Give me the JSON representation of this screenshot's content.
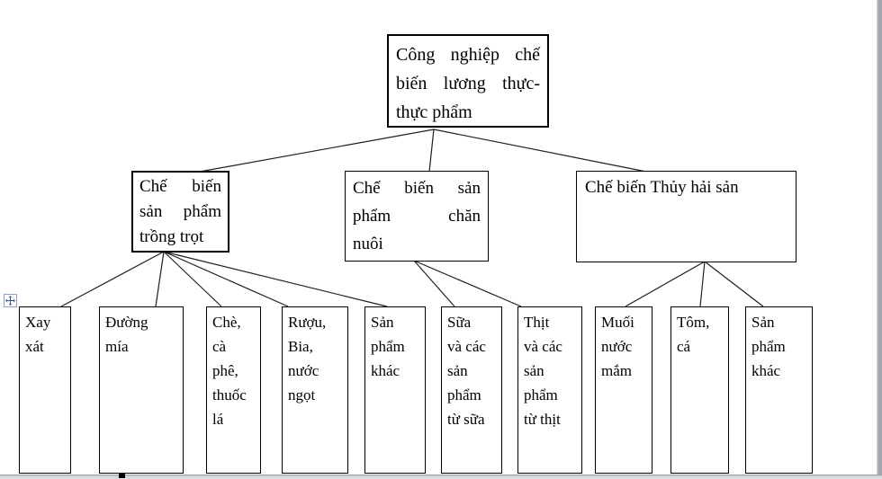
{
  "colors": {
    "box_border": "#000000",
    "connector_line": "#1f1f1f",
    "page_background": "#ffffff",
    "page_edge_gray": "#a3a8b0",
    "bottom_band_gray": "#c7cbd1",
    "move_handle_blue": "#3e5c8f"
  },
  "diagram": {
    "title": "Công nghiệp chế biến lương thực-thực phẩm",
    "nodes": {
      "root": {
        "label": "Công nghiệp chế biến lương thực-thực phẩm",
        "lines": [
          "Công nghiệp chế",
          "biến lương thực-",
          "thực phẩm"
        ]
      },
      "crop": {
        "label": "Chế biến sản phẩm trồng trọt",
        "lines": [
          "Chế biến",
          "sản phẩm",
          "trồng trọt"
        ]
      },
      "livestock": {
        "label": "Chế biến sản phẩm chăn nuôi",
        "lines": [
          "Chế biến sản",
          "phẩm chăn",
          "nuôi"
        ]
      },
      "seafood": {
        "label": "Chế biến Thủy hải sản",
        "lines": [
          "Chế biến Thủy hải sản"
        ]
      },
      "milling": {
        "label": "Xay xát",
        "lines": [
          "Xay",
          "xát"
        ]
      },
      "sugar": {
        "label": "Đường mía",
        "lines": [
          "Đường",
          "mía"
        ]
      },
      "tea": {
        "label": "Chè, cà phê, thuốc lá",
        "lines": [
          "Chè,",
          "cà",
          "phê,",
          "thuốc",
          "lá"
        ]
      },
      "alcohol": {
        "label": "Rượu, Bia, nước ngọt",
        "lines": [
          "Rượu,",
          "Bia,",
          "nước",
          "ngọt"
        ]
      },
      "other_crop": {
        "label": "Sản phẩm khác",
        "lines": [
          "Sản",
          "phẩm",
          "khác"
        ]
      },
      "milk": {
        "label": "Sữa và các sản phẩm từ sữa",
        "lines": [
          "Sữa",
          "và các",
          "sản",
          "phẩm",
          "từ sữa"
        ]
      },
      "meat": {
        "label": "Thịt và các sản phẩm từ thịt",
        "lines": [
          "Thịt",
          "và các",
          "sản",
          "phẩm",
          "từ thịt"
        ]
      },
      "salt": {
        "label": "Muối nước mắm",
        "lines": [
          "Muối",
          "nước",
          "mắm"
        ]
      },
      "fish": {
        "label": "Tôm, cá",
        "lines": [
          "Tôm,",
          "cá"
        ]
      },
      "other_sea": {
        "label": "Sản phẩm khác",
        "lines": [
          "Sản",
          "phẩm",
          "khác"
        ]
      }
    },
    "edges": [
      {
        "from": "root",
        "to": "crop"
      },
      {
        "from": "root",
        "to": "livestock"
      },
      {
        "from": "root",
        "to": "seafood"
      },
      {
        "from": "crop",
        "to": "milling"
      },
      {
        "from": "crop",
        "to": "sugar"
      },
      {
        "from": "crop",
        "to": "tea"
      },
      {
        "from": "crop",
        "to": "alcohol"
      },
      {
        "from": "crop",
        "to": "other_crop"
      },
      {
        "from": "livestock",
        "to": "milk"
      },
      {
        "from": "livestock",
        "to": "meat"
      },
      {
        "from": "seafood",
        "to": "salt"
      },
      {
        "from": "seafood",
        "to": "fish"
      },
      {
        "from": "seafood",
        "to": "other_sea"
      }
    ]
  },
  "chrome": {
    "move_handle_icon": "move-object-handle",
    "anchor_square": "object-anchor-handle"
  }
}
